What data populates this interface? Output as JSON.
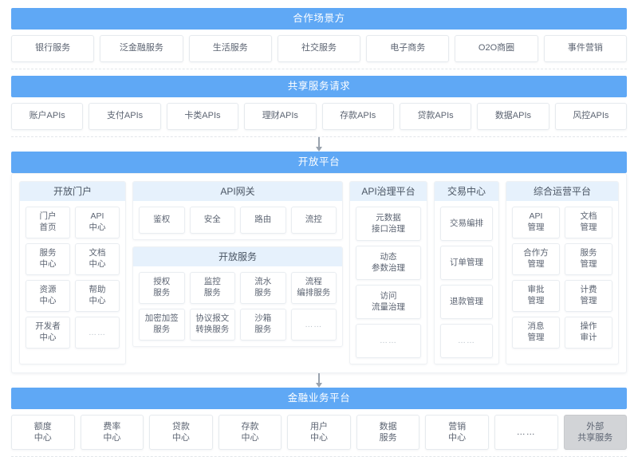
{
  "layers": {
    "partners": {
      "title": "合作场景方",
      "items": [
        "银行服务",
        "泛金融服务",
        "生活服务",
        "社交服务",
        "电子商务",
        "O2O商圈",
        "事件营销"
      ]
    },
    "shared_requests": {
      "title": "共享服务请求",
      "items": [
        "账户APIs",
        "支付APIs",
        "卡类APIs",
        "理财APIs",
        "存款APIs",
        "贷款APIs",
        "数据APIs",
        "风控APIs"
      ]
    },
    "open_platform": {
      "title": "开放平台",
      "columns": [
        {
          "name": "open-portal",
          "title": "开放门户",
          "cols": 2,
          "items": [
            "门户\n首页",
            "API\n中心",
            "服务\n中心",
            "文档\n中心",
            "资源\n中心",
            "帮助\n中心",
            "开发者\n中心",
            "……"
          ]
        },
        {
          "name": "api-gateway",
          "title": "API网关",
          "cols": 4,
          "items": [
            "鉴权",
            "安全",
            "路由",
            "流控"
          ]
        },
        {
          "name": "open-service",
          "title": "开放服务",
          "cols": 4,
          "items": [
            "授权\n服务",
            "监控\n服务",
            "流水\n服务",
            "流程\n编排服务",
            "加密加签\n服务",
            "协议报文\n转换服务",
            "沙箱\n服务",
            "……"
          ]
        },
        {
          "name": "api-governance",
          "title": "API治理平台",
          "cols": 1,
          "items": [
            "元数据\n接口治理",
            "动态\n参数治理",
            "访问\n流量治理",
            "……"
          ]
        },
        {
          "name": "trade-center",
          "title": "交易中心",
          "cols": 1,
          "items": [
            "交易编排",
            "订单管理",
            "退款管理",
            "……"
          ]
        },
        {
          "name": "operation-platform",
          "title": "综合运营平台",
          "cols": 2,
          "items": [
            "API\n管理",
            "文档\n管理",
            "合作方\n管理",
            "服务\n管理",
            "审批\n管理",
            "计费\n管理",
            "消息\n管理",
            "操作\n审计"
          ]
        }
      ]
    },
    "financial_platform": {
      "title": "金融业务平台",
      "items": [
        "额度\n中心",
        "费率\n中心",
        "贷款\n中心",
        "存款\n中心",
        "用户\n中心",
        "数据\n服务",
        "营销\n中心",
        "……",
        "外部\n共享服务"
      ],
      "highlighted_index": 8
    }
  },
  "colors": {
    "band_blue": "#5FA8F5",
    "sub_head_blue": "#E6F1FC",
    "chip_border": "#E6EAEE",
    "text": "#5C6472",
    "gray_chip": "#D2D4D7",
    "arrow": "#9AA3AE"
  }
}
